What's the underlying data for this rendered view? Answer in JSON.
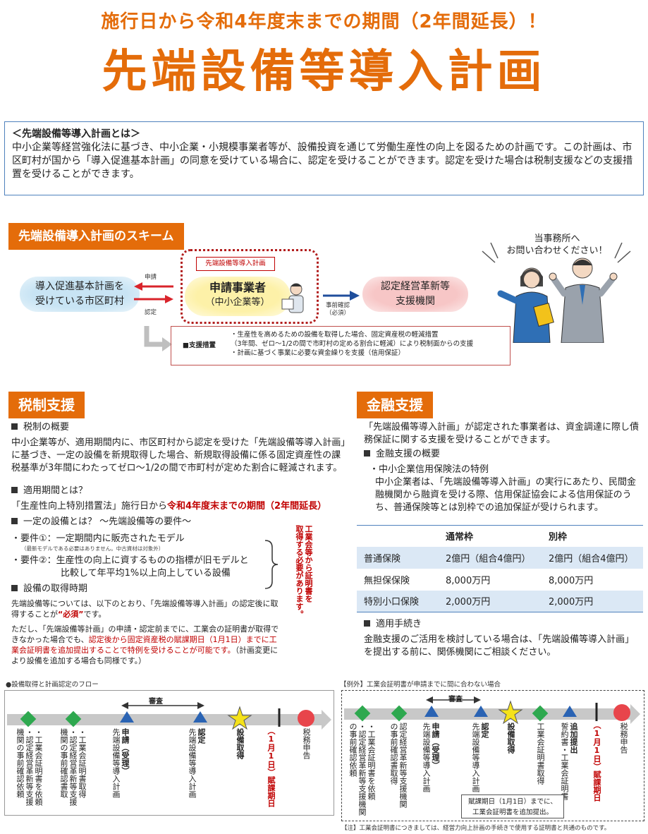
{
  "header": {
    "subtitle": "施行日から令和4年度末までの期間（2年間延長）！",
    "title": "先端設備等導入計画"
  },
  "intro": {
    "heading": "＜先端設備等導入計画とは＞",
    "body": "中小企業等経営強化法に基づき、中小企業・小規模事業者等が、設備投資を通じて労働生産性の向上を図るための計画です。この計画は、市区町村が国から「導入促進基本計画」の同意を受けている場合に、認定を受けることができます。認定を受けた場合は税制支援などの支援措置を受けることができます。"
  },
  "scheme": {
    "label": "先端設備導入計画のスキーム",
    "municipality_line1": "導入促進基本計画を",
    "municipality_line2": "受けている市区町村",
    "apply": "申請",
    "certify": "認定",
    "plan_tag": "先端設備等導入計画",
    "applicant": "申請事業者",
    "applicant_sub": "（中小企業等）",
    "precheck_line1": "事前確認",
    "precheck_line2": "（必須）",
    "agency_line1": "認定経営革新等",
    "agency_line2": "支援機関",
    "support_label": "■支援措置",
    "support_items": [
      "・生産性を高めるための設備を取得した場合、固定資産税の軽減措置",
      "（3年間、ゼロ～1/2の間で市町村の定める割合に軽減）により税制面からの支援",
      "・計画に基づく事業に必要な資金繰りを支援（信用保証）"
    ],
    "contact_line1": "当事務所へ",
    "contact_line2": "お問い合わせください！"
  },
  "tax": {
    "label": "税制支援",
    "overview_heading": "税制の概要",
    "overview_body": "中小企業等が、適用期間内に、市区町村から認定を受けた「先端設備等導入計画」に基づき、一定の設備を新規取得した場合、新規取得設備に係る固定資産性の課税基準が3年間にわたってゼロ～1/2の間で市町村が定めた割合に軽減されます。",
    "period_heading": "適用期間とは？",
    "period_pre": "「生産性向上特別措置法」施行日から",
    "period_red": "令和4年度末までの期間（2年間延長）",
    "equipment_heading": "一定の設備とは？ ～先端設備等の要件～",
    "req1": "・要件①：一定期間内に販売されたモデル",
    "req1_note": "（最新モデルである必要はありません。中古資材は対象外）",
    "req2_line1": "・要件②：生産性の向上に資するものの指標が旧モデルと",
    "req2_line2": "比較して年平均1%以上向上している設備",
    "vertical_note_line1": "工業会等から証明書を",
    "vertical_note_line2": "取得する必要があります。",
    "timing_heading": "設備の取得時期",
    "timing_p1_pre": "先端設備等については、以下のとおり、「先端設備等導入計画」の認定後に取得することが",
    "timing_p1_must": "“必須”",
    "timing_p1_post": "です。",
    "timing_p2_pre": "ただし、「先端設備等計画」の申請・認定前までに、工業会の証明書が取得できなかった場合でも、",
    "timing_p2_red": "認定後から固定資産税の賦課期日（1月1日）までに工業会証明書を追加提出することで特例を受けることが可能です。",
    "timing_p2_post": "（計画変更により設備を追加する場合も同様です。）"
  },
  "finance": {
    "label": "金融支援",
    "intro": "「先端設備等導入計画」が認定された事業者は、資金調達に際し債務保証に関する支援を受けることができます。",
    "overview_heading": "金融支援の概要",
    "sub_heading": "・中小企業信用保険法の特例",
    "sub_body": "中小企業者は、「先端設備等導入計画」の実行にあたり、民間金融機関から融資を受ける際、信用保証協会による信用保証のうち、普通保険等とは別枠での追加保証が受けられます。",
    "table": {
      "headers": [
        "",
        "通常枠",
        "別枠"
      ],
      "rows": [
        [
          "普通保険",
          "2億円（組合4億円）",
          "2億円（組合4億円）"
        ],
        [
          "無担保保険",
          "8,000万円",
          "8,000万円"
        ],
        [
          "特別小口保険",
          "2,000万円",
          "2,000万円"
        ]
      ]
    },
    "procedure_heading": "適用手続き",
    "procedure_body": "金融支援のご活用を検討している場合は、「先端設備等導入計画」を提出する前に、関係機関にご相談ください。"
  },
  "flow1": {
    "title": "●設備取得と計画認定のフロー",
    "review": "審査",
    "col1": [
      "・工業会証明書を依頼",
      "・認定経営革新等支援",
      "機関の事前確認依頼"
    ],
    "col2": [
      "・工業会証明書取得",
      "・認定経営革新等支援",
      "機関の事前確認書取"
    ],
    "col3_bold": "申請（受理）",
    "col3": "先端設備等導入計画",
    "col4_bold": "認定",
    "col4": "先端設備等導入計画",
    "col5": "設備取得",
    "col6": "（1月1日）賦課期日",
    "col7": "税務申告"
  },
  "flow2": {
    "title": "【例外】工業会証明書が申請までに間に合わない場合",
    "review": "審査",
    "col1": [
      "・工業会証明書を依頼",
      "・認定経営革新等支援機関",
      "の事前確認依頼"
    ],
    "col2": [
      "認定経営革新等支援機関",
      "の事前確認書取得"
    ],
    "col3_bold": "申請（受理）",
    "col3": "先端設備等導入計画",
    "col4_bold": "認定",
    "col4": "先端設備等導入計画",
    "col5": "設備取得",
    "col6": "工業会証明書取得",
    "col7_bold": "追加提出",
    "col7": "誓約書・工業会証明書",
    "col8": "（1月1日）賦課期日",
    "col9": "税務申告",
    "callout_line1": "賦課期日（1月1日）までに、",
    "callout_line2": "工業会証明書を追加提出。",
    "footnote": "【注】工業会証明書につきましては、経営力向上計画の手続きで使用する証明書と共通のものです。"
  }
}
